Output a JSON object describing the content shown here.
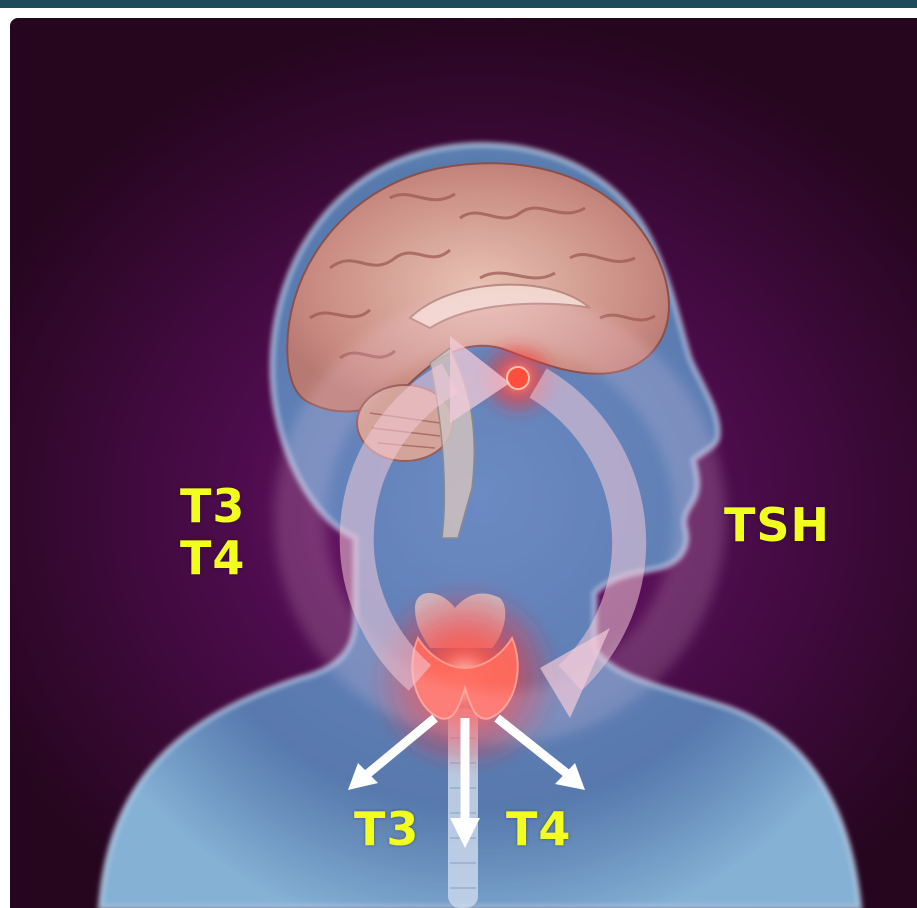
{
  "labels": {
    "feedback_t3": "T3",
    "feedback_t4": "T4",
    "tsh": "TSH",
    "output_t3": "T3",
    "output_t4": "T4"
  },
  "colors": {
    "label_text": "#f2ff1e",
    "background": "#4d0c4d",
    "body": "#7fb6dc",
    "brain": "#d49a8f",
    "glow": "#ff3a3a",
    "cycle_arrow": "#f0c6d6"
  },
  "icons": {
    "cycle": "circular-arrows-icon",
    "outputs": "down-arrows-icon"
  }
}
